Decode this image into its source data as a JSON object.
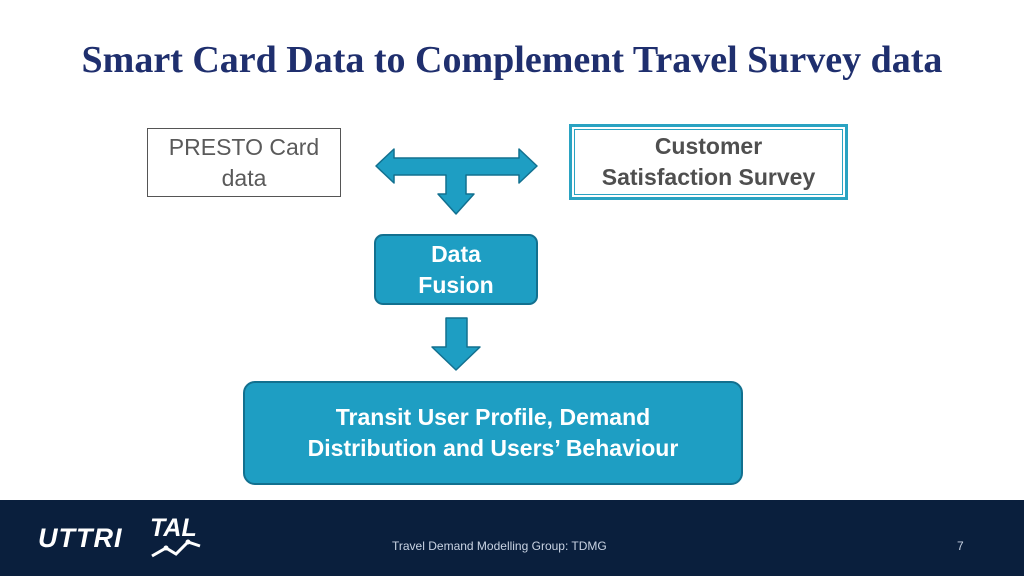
{
  "title": "Smart Card Data to Complement Travel Survey data",
  "diagram": {
    "presto": {
      "line1": "PRESTO Card",
      "line2": "data"
    },
    "survey": {
      "line1": "Customer",
      "line2": "Satisfaction Survey"
    },
    "fusion": {
      "line1": "Data",
      "line2": "Fusion"
    },
    "output": {
      "line1": "Transit User Profile, Demand",
      "line2": "Distribution and Users’ Behaviour"
    }
  },
  "footer": {
    "logo1": "UTTRI",
    "logo2": "TAL",
    "text": "Travel Demand Modelling Group: TDMG",
    "page": "7"
  },
  "colors": {
    "title": "#1f2f6e",
    "accent": "#1e9ec3",
    "footer_bg": "#0a1f3d"
  }
}
